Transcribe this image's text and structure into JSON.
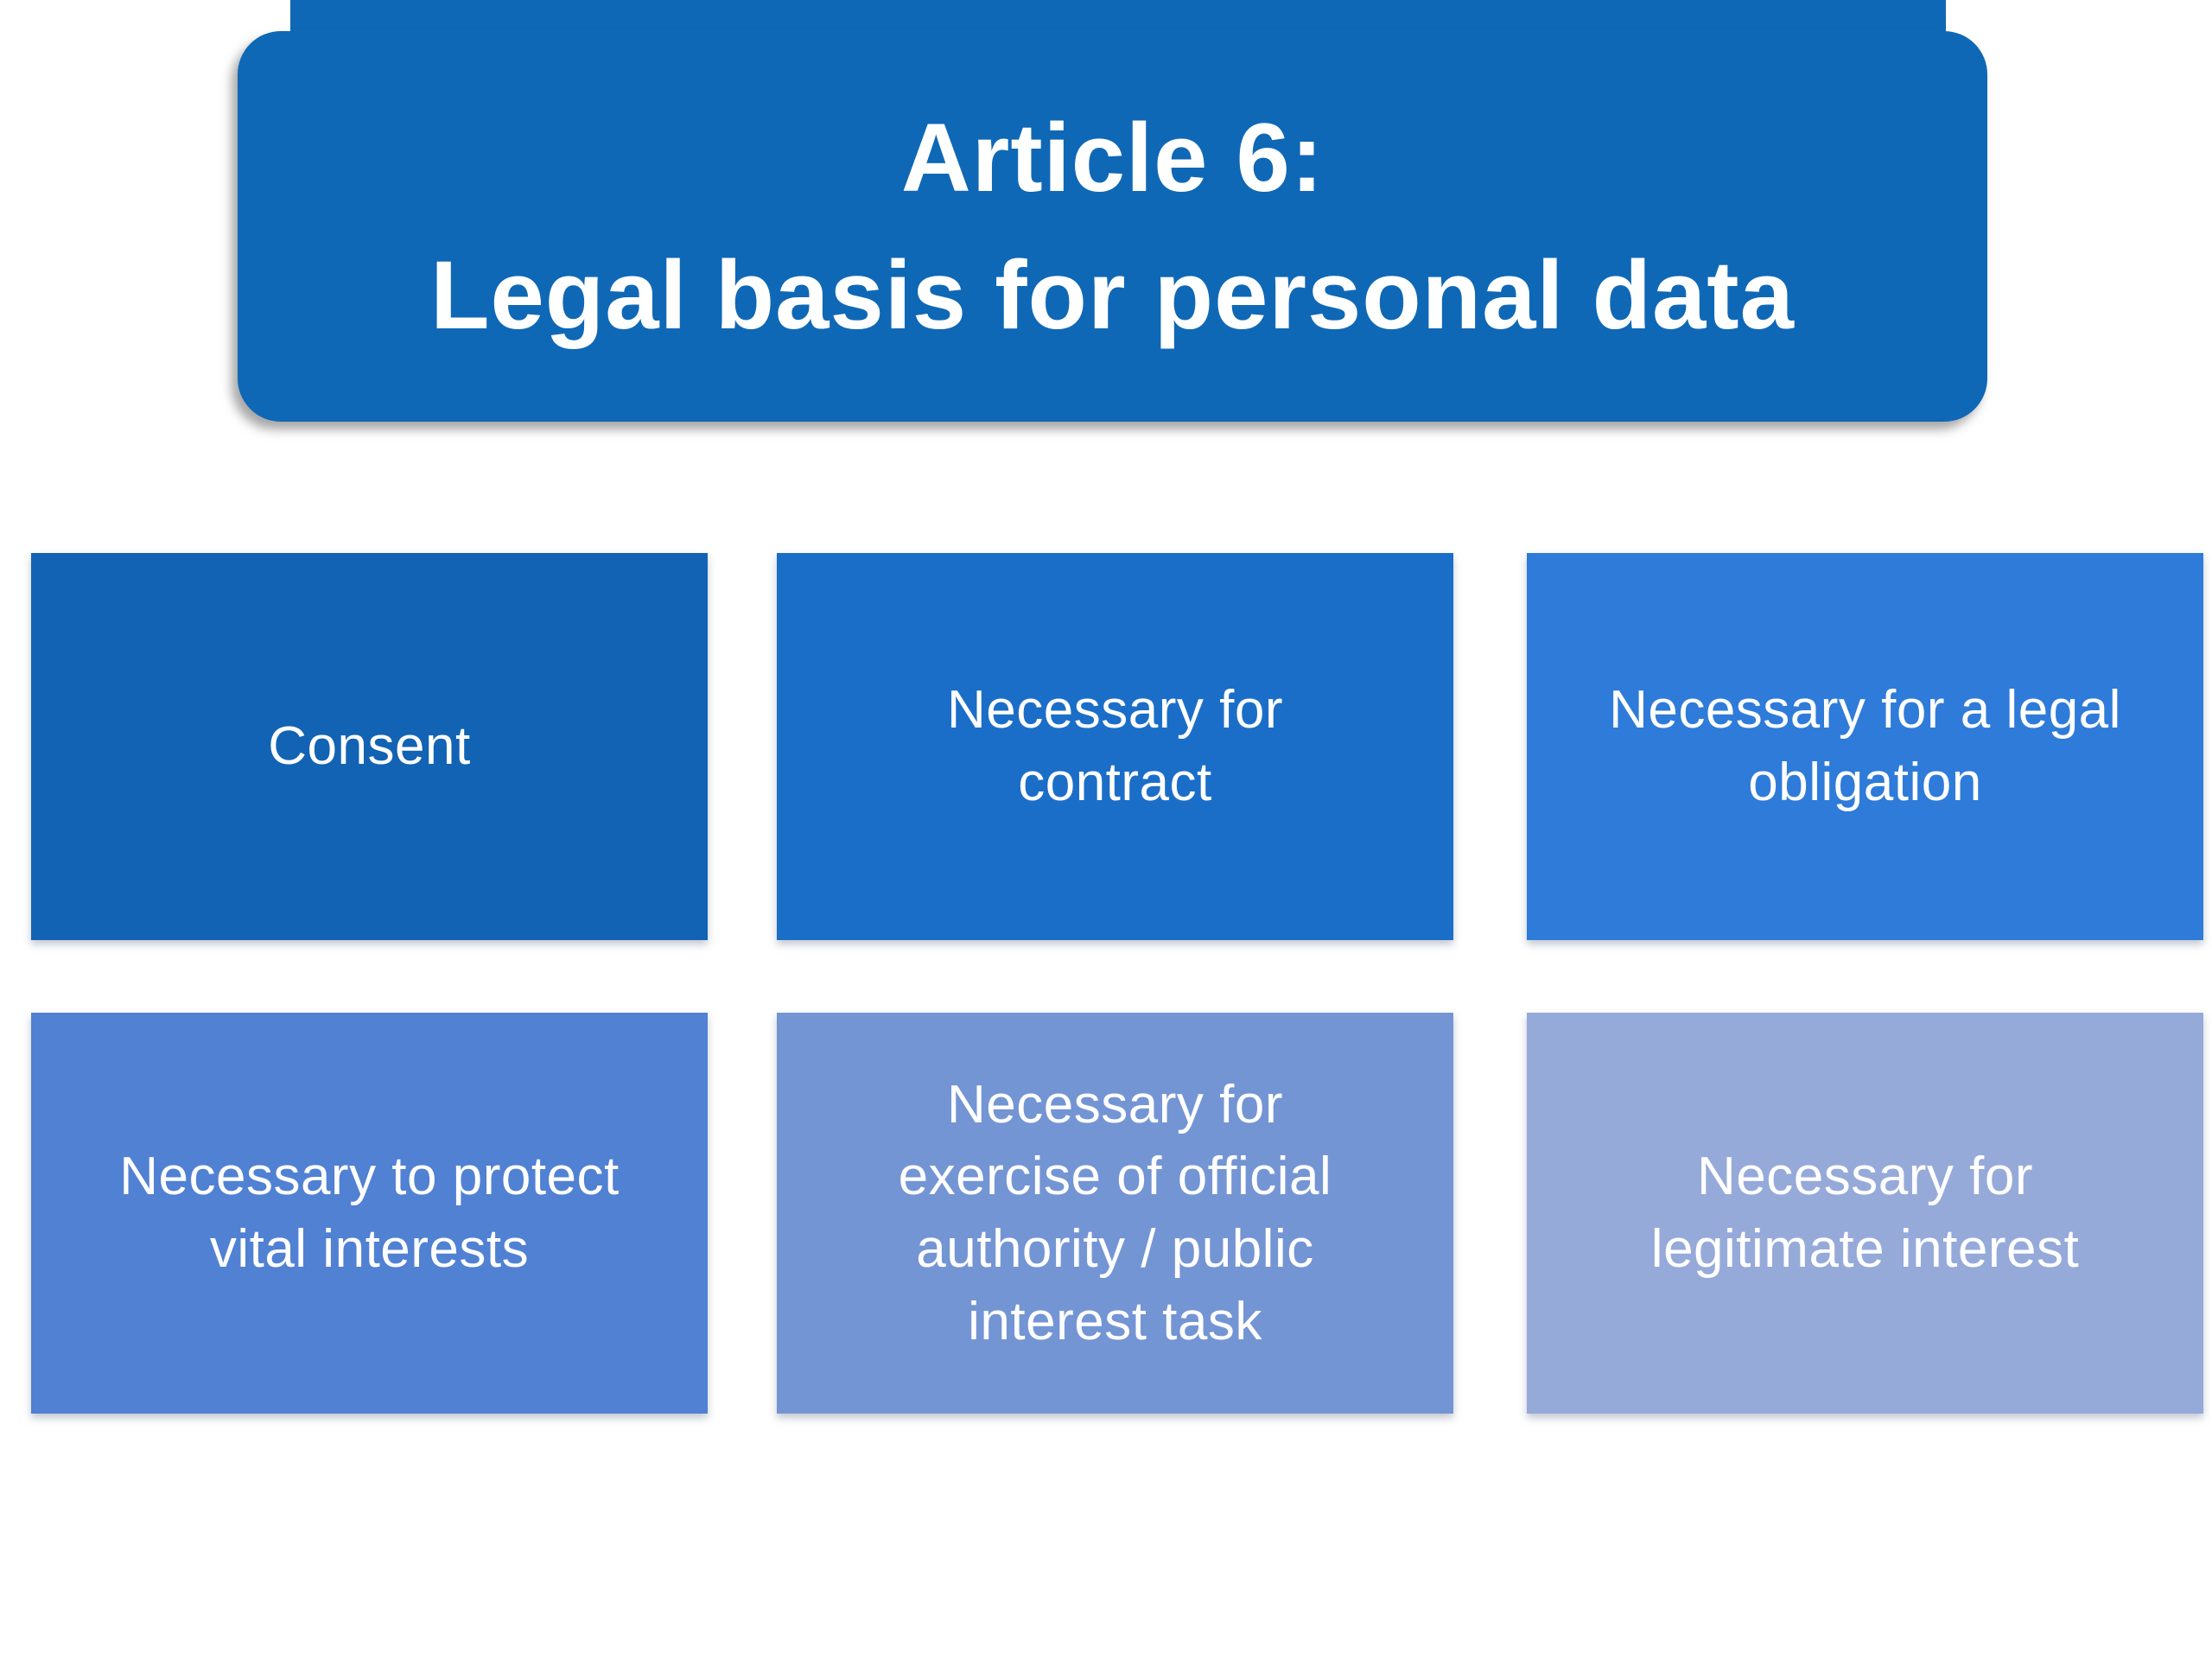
{
  "title": {
    "text": "Article 6:\nLegal basis for personal data",
    "bg": "#0f68b6"
  },
  "top_strip": {
    "bg": "#0f68b6"
  },
  "boxes": [
    {
      "label": "Consent",
      "bg": "#1263b4"
    },
    {
      "label": "Necessary for\ncontract",
      "bg": "#1b6ec8"
    },
    {
      "label": "Necessary for a legal\nobligation",
      "bg": "#2e7bd9"
    },
    {
      "label": "Necessary to protect\nvital interests",
      "bg": "#5081d2"
    },
    {
      "label": "Necessary for\nexercise of official\nauthority / public\ninterest task",
      "bg": "#7495d4"
    },
    {
      "label": "Necessary for\nlegitimate interest",
      "bg": "#96aad9"
    }
  ],
  "text_color": "#ffffff"
}
